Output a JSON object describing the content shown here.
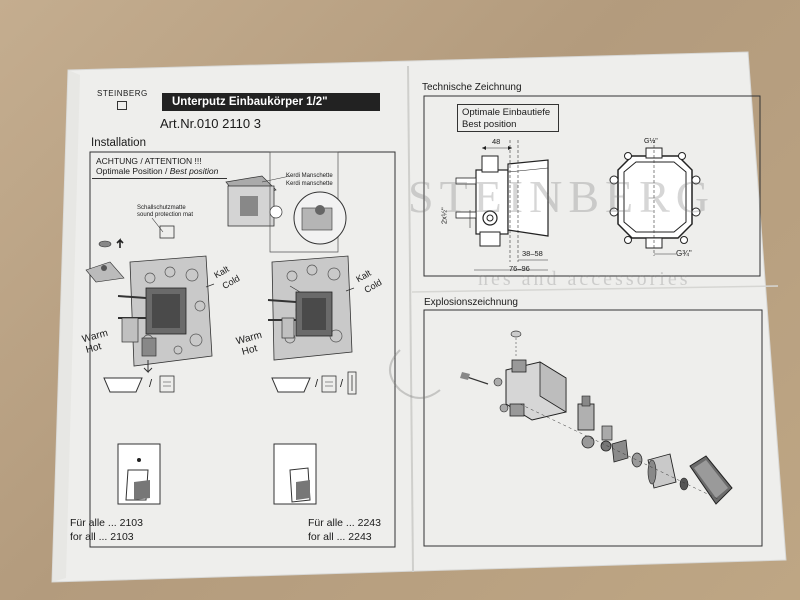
{
  "brand": "STEINBERG",
  "watermark": {
    "main": "STEINBERG",
    "sub": "nes and accessories"
  },
  "header": {
    "title": "Unterputz Einbaukörper 1/2\"",
    "art_nr": "Art.Nr.010 2110 3"
  },
  "left": {
    "section_title": "Installation",
    "attention": "ACHTUNG / ATTENTION !!!",
    "optimal_de": "Optimale Position /",
    "optimal_en": "Best position",
    "sound_de": "Schallschutzmatte",
    "sound_en": "sound protection mat",
    "kerdi_de": "Kerdi Manschette",
    "kerdi_en": "Kerdi manschette",
    "kalt": "Kalt",
    "cold": "Cold",
    "warm": "Warm",
    "hot": "Hot",
    "slash": "/",
    "for_left_de": "Für alle ... 2103",
    "for_left_en": "for all ... 2103",
    "for_right_de": "Für alle ... 2243",
    "for_right_en": "for all ... 2243"
  },
  "right": {
    "tech_title": "Technische Zeichnung",
    "depth_de": "Optimale Einbautiefe",
    "depth_en": "Best position",
    "dim_48": "48",
    "dim_38_58": "38–58",
    "dim_76_96": "76–96",
    "dim_2x12": "2x½\"",
    "dim_g34": "G¾\"",
    "dim_g12": "G½\"",
    "explode_title": "Explosionszeichnung"
  }
}
